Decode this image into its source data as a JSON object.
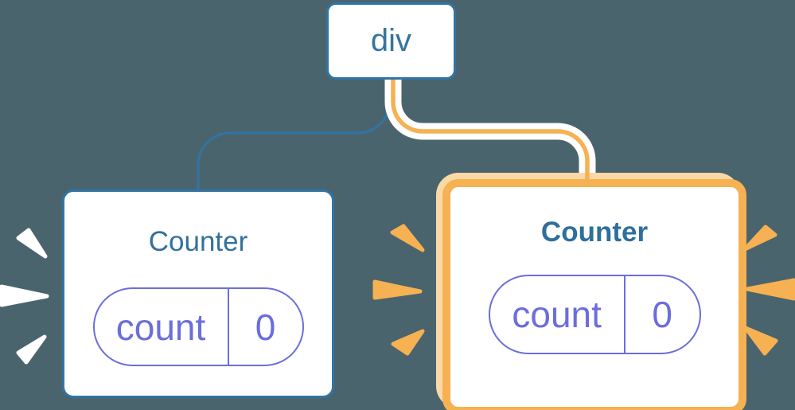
{
  "palette": {
    "background": "#4a646e",
    "node_border_blue": "#3174a3",
    "node_text_blue": "#35759f",
    "title_blue": "#32719c",
    "title_blue_bold": "#2f6f9b",
    "pill_purple": "#6b6edb",
    "highlight_orange": "#f6b152",
    "highlight_peach": "#fbd9a6",
    "card_background": "#ffffff"
  },
  "tree": {
    "root": {
      "label": "div"
    },
    "children": [
      {
        "title": "Counter",
        "state_key": "count",
        "state_value": "0",
        "highlighted": false
      },
      {
        "title": "Counter",
        "state_key": "count",
        "state_value": "0",
        "highlighted": true
      }
    ]
  },
  "decorations": {
    "left_burst_color": "#ffffff",
    "middle_burst_color": "#f6b152",
    "right_burst_color": "#f6b152"
  }
}
